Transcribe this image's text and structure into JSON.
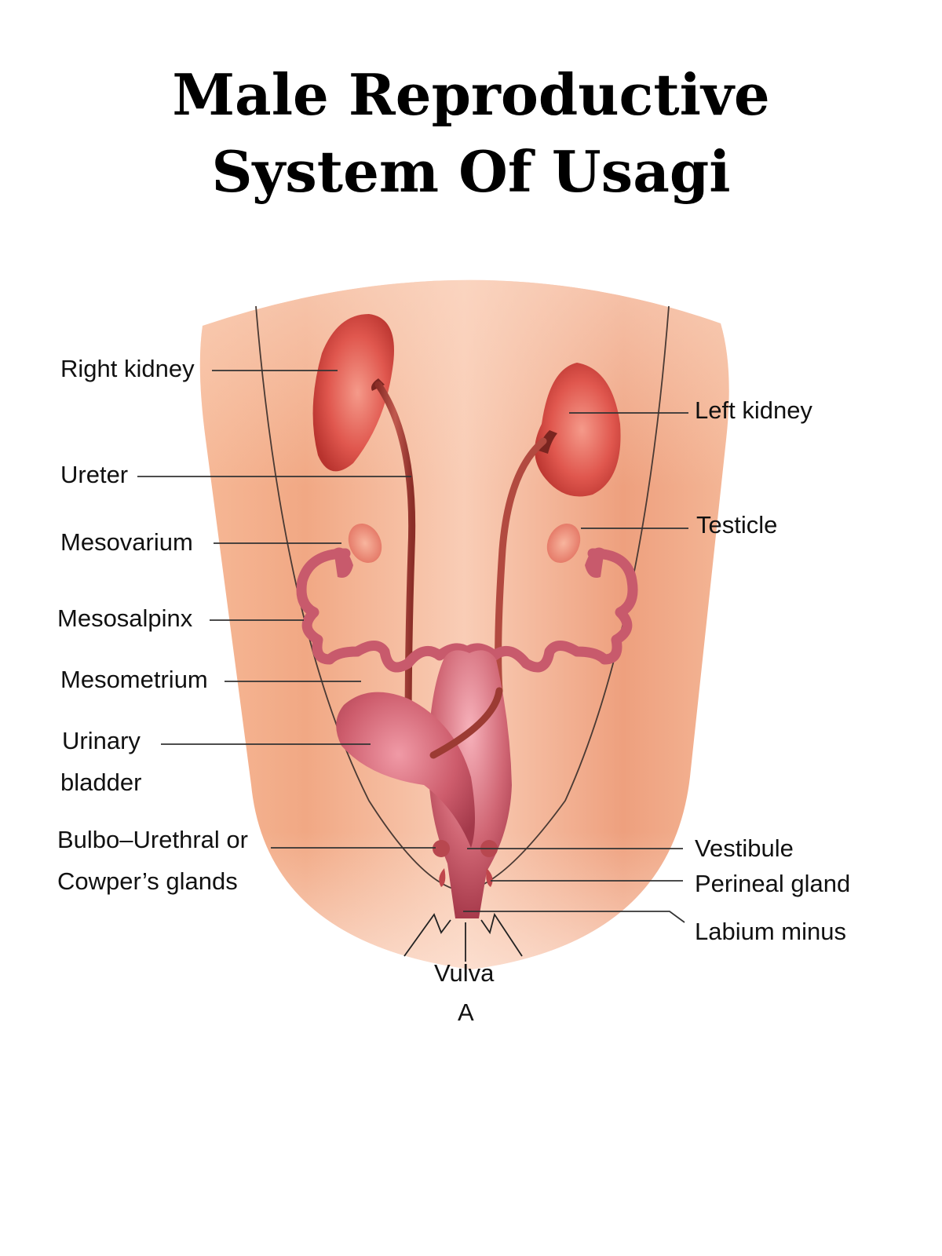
{
  "title": {
    "line1": "Male Reproductive",
    "line2": "System Of Usagi"
  },
  "labels_left": {
    "right_kidney": "Right kidney",
    "ureter": "Ureter",
    "mesovarium": "Mesovarium",
    "mesosalpinx": "Mesosalpinx",
    "mesometrium": "Mesometrium",
    "urinary_bladder_1": "Urinary",
    "urinary_bladder_2": "bladder",
    "bulbo_1": "Bulbo–Urethral or",
    "bulbo_2": "Cowper’s glands"
  },
  "labels_right": {
    "left_kidney": "Left kidney",
    "testicle": "Testicle",
    "vestibule": "Vestibule",
    "perineal_gland": "Perineal gland",
    "labium_minus": "Labium minus"
  },
  "labels_bottom": {
    "vulva": "Vulva",
    "figure_letter": "A"
  },
  "colors": {
    "skin_light": "#f8c9b0",
    "skin_dark": "#eda07f",
    "kidney": "#d9504a",
    "organ": "#c95868",
    "ureter": "#a8443c",
    "leader_line": "#333333"
  }
}
